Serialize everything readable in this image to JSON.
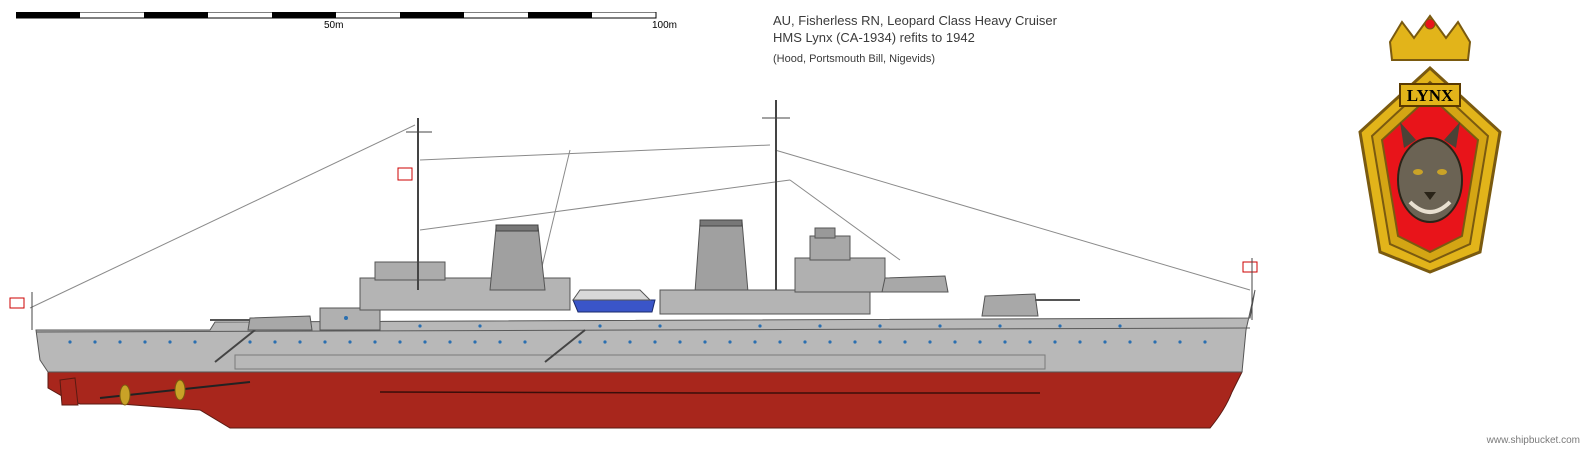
{
  "scale": {
    "start_label": "",
    "mid_label": "50m",
    "end_label": "100m"
  },
  "header": {
    "line1": "AU, Fisherless RN, Leopard Class Heavy Cruiser",
    "line2": "HMS Lynx (CA-1934) refits to 1942",
    "line3": "(Hood, Portsmouth Bill, Nigevids)"
  },
  "badge": {
    "name": "LYNX",
    "colors": {
      "gold": "#e2b41a",
      "red": "#e8141a",
      "rope": "#d4a514"
    }
  },
  "credit": "www.shipbucket.com",
  "colors": {
    "hull_grey": "#b8b8b8",
    "hull_red": "#a8261c",
    "deck_line": "#5a5a5a",
    "porthole": "#2a6fb0",
    "boat_blue": "#3a55c8"
  }
}
